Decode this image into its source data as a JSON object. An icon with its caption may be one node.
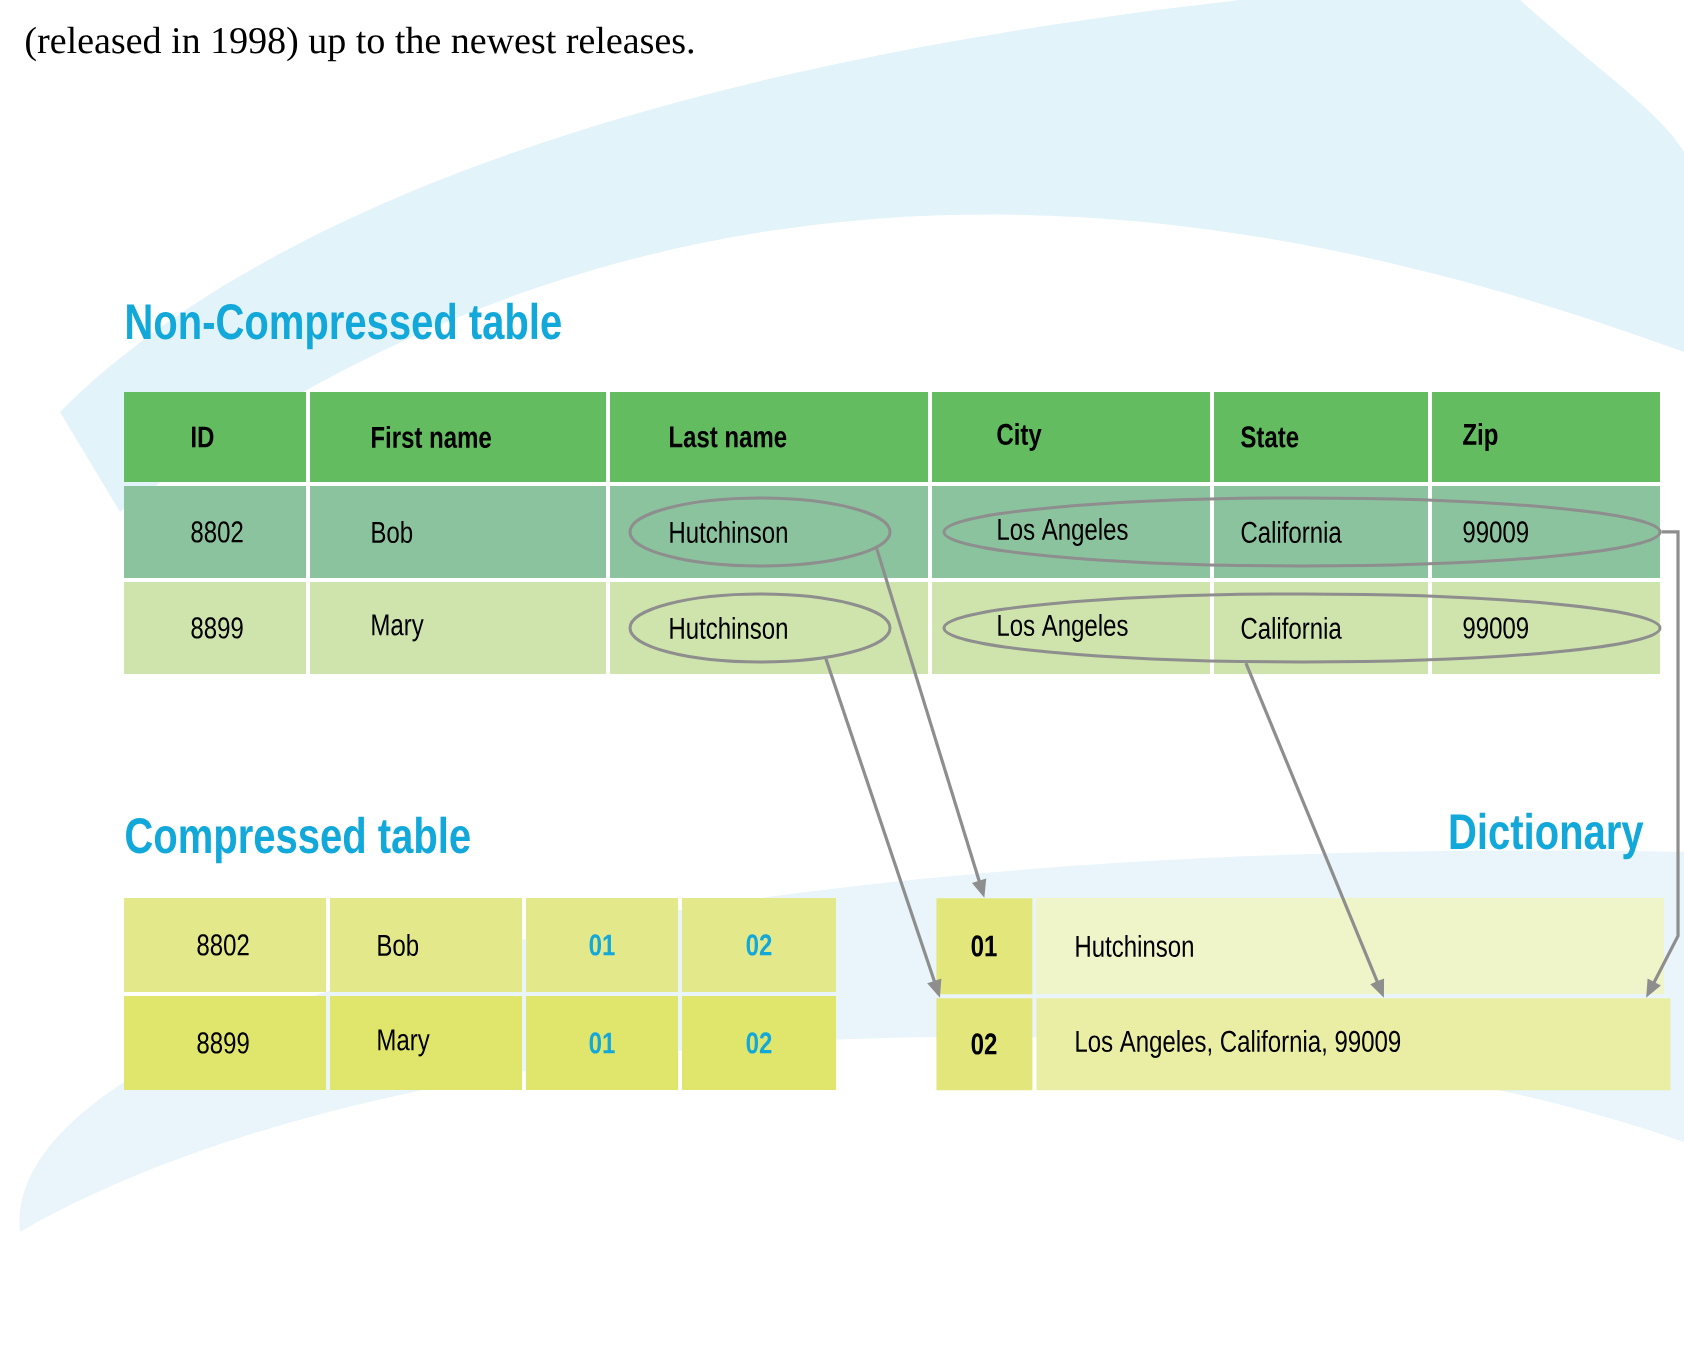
{
  "diagram": {
    "nodes": [
      {
        "text": [
          "Hutchinson"
        ]
      },
      {
        "text": [
          "Los Angeles",
          "California",
          "99009"
        ]
      },
      {
        "text": [
          "Hutchinson"
        ]
      },
      {
        "text": [
          "Los Angeles",
          "California",
          "99009"
        ]
      },
      {
        "text": [
          "01"
        ]
      },
      {
        "text": [
          "02"
        ]
      },
      {
        "text": [
          "Los Angeles, California, 99009"
        ]
      }
    ],
    "edges": [
      {
        "from": 0,
        "to": 4,
        "arrow": "to"
      },
      {
        "from": 2,
        "to": 5,
        "arrow": "to"
      },
      {
        "from": 1,
        "to": 6,
        "arrow": "to"
      },
      {
        "from": 3,
        "to": 6,
        "arrow": "to"
      }
    ],
    "labels": [
      "(released in 1998) up to the newest releases.",
      "Non-Compressed table",
      "ID",
      "First name",
      "Last name",
      "City",
      "State",
      "Zip",
      "8802",
      "Bob",
      "8899",
      "Mary",
      "Compressed table",
      "Dictionary",
      "8802",
      "Bob",
      "01",
      "02",
      "8899",
      "Mary",
      "01",
      "02",
      "Hutchinson"
    ]
  }
}
